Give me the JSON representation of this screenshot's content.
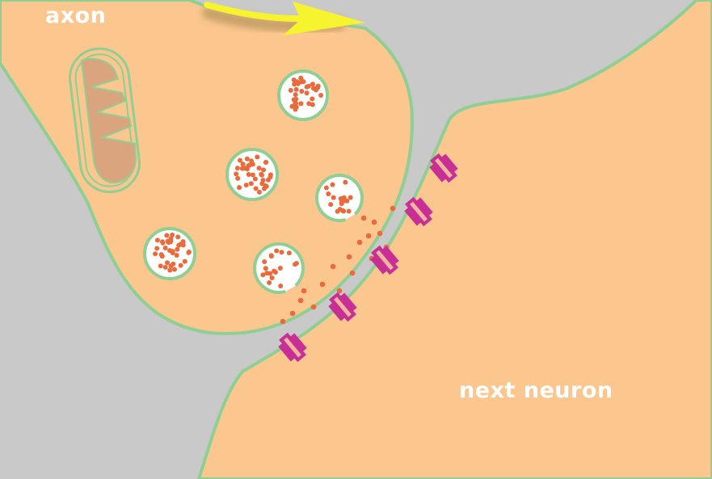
{
  "labels": {
    "axon": "axon",
    "next_neuron": "next neuron"
  },
  "colors": {
    "background": "#c9c9c9",
    "cell": "#fcc68f",
    "membrane": "#8fcf93",
    "vesicle_fill": "#ffffff",
    "neurotransmitter": "#ea6a3c",
    "receptor": "#c72f94",
    "receptor_channel": "#f6b49d",
    "mitochondrion": "#d9a47e",
    "arrow": "#f6f32f"
  },
  "icons": {
    "arrow": "signal-direction-arrow",
    "mitochondrion": "mitochondrion-icon",
    "vesicle": "synaptic-vesicle",
    "receptor": "receptor-channel"
  }
}
